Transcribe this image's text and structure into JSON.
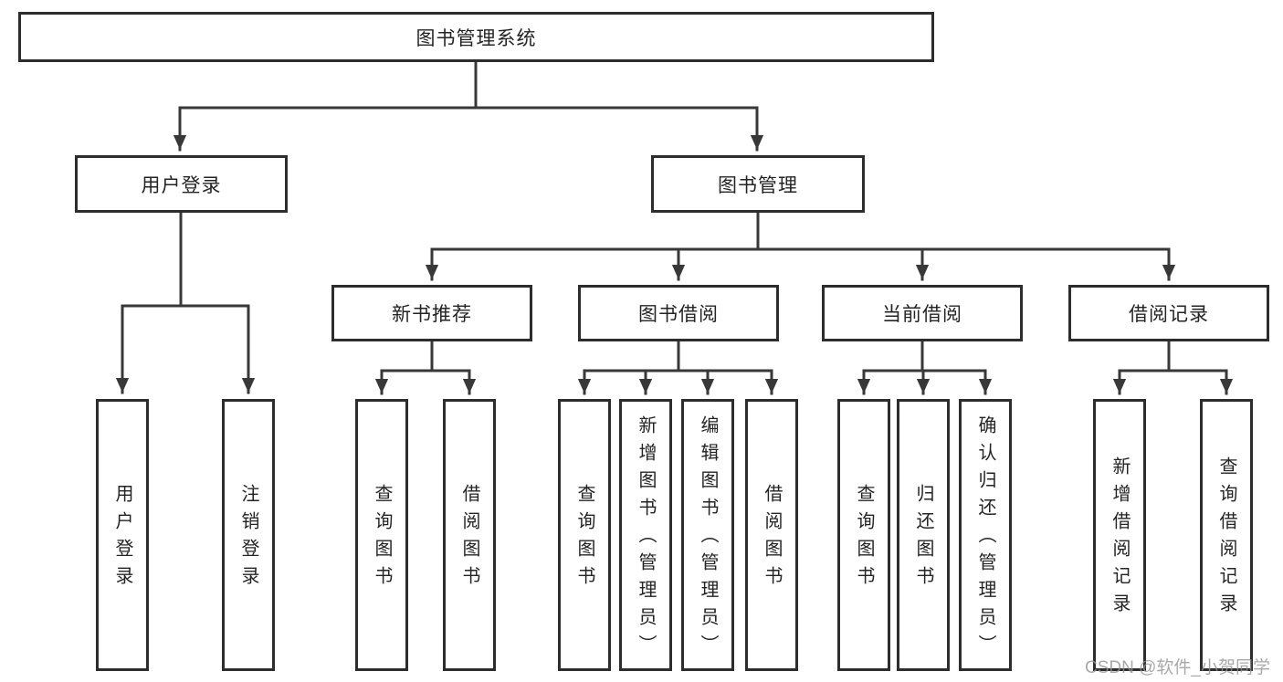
{
  "tree": {
    "label": "图书管理系统",
    "children": [
      {
        "label": "用户登录",
        "children": [
          {
            "label": "用户登录"
          },
          {
            "label": "注销登录"
          }
        ]
      },
      {
        "label": "图书管理",
        "children": [
          {
            "label": "新书推荐",
            "children": [
              {
                "label": "查询图书"
              },
              {
                "label": "借阅图书"
              }
            ]
          },
          {
            "label": "图书借阅",
            "children": [
              {
                "label": "查询图书"
              },
              {
                "label": "新增图书（管理员）"
              },
              {
                "label": "编辑图书（管理员）"
              },
              {
                "label": "借阅图书"
              }
            ]
          },
          {
            "label": "当前借阅",
            "children": [
              {
                "label": "查询图书"
              },
              {
                "label": "归还图书"
              },
              {
                "label": "确认归还（管理员）"
              }
            ]
          },
          {
            "label": "借阅记录",
            "children": [
              {
                "label": "新增借阅记录"
              },
              {
                "label": "查询借阅记录"
              }
            ]
          }
        ]
      }
    ]
  },
  "watermark": "CSDN @软件_小贺同学",
  "colors": {
    "line": "#383838",
    "box_border": "#2d2d2d",
    "text": "#242424",
    "watermark": "#949494",
    "background": "#ffffff"
  }
}
